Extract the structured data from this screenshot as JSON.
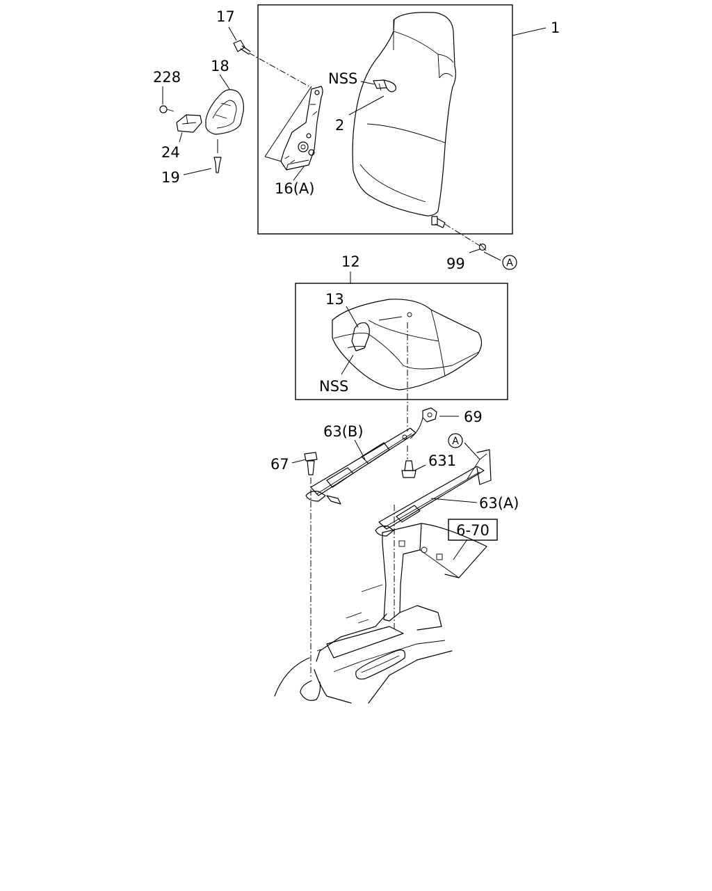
{
  "labels": {
    "l1": "1",
    "l2": "2",
    "l12": "12",
    "l13": "13",
    "l16a": "16(A)",
    "l17": "17",
    "l18": "18",
    "l19": "19",
    "l24": "24",
    "l228": "228",
    "l63a": "63(A)",
    "l63b": "63(B)",
    "l67": "67",
    "l69": "69",
    "l99": "99",
    "l631": "631",
    "nss_top": "NSS",
    "nss_bottom": "NSS",
    "ref_a1": "A",
    "ref_a2": "A",
    "ref_670": "6-70"
  }
}
